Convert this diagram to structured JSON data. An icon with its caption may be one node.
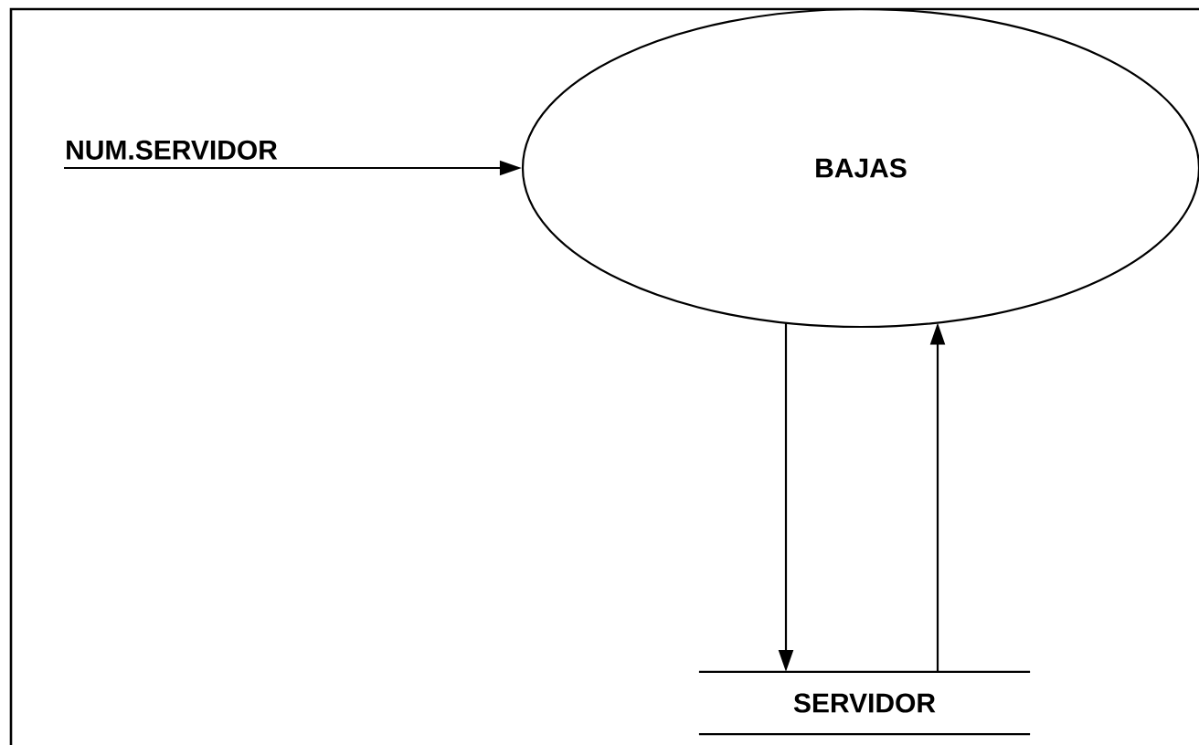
{
  "diagram": {
    "nodes": [
      {
        "text": [
          "BAJAS"
        ]
      },
      {
        "text": [
          "SERVIDOR"
        ]
      }
    ],
    "edges": [
      {
        "from": null,
        "to": 0,
        "arrow": "to",
        "label": "NUM.SERVIDOR"
      },
      {
        "from": 0,
        "to": 1,
        "arrow": "to"
      },
      {
        "from": 1,
        "to": 0,
        "arrow": "to"
      }
    ]
  }
}
